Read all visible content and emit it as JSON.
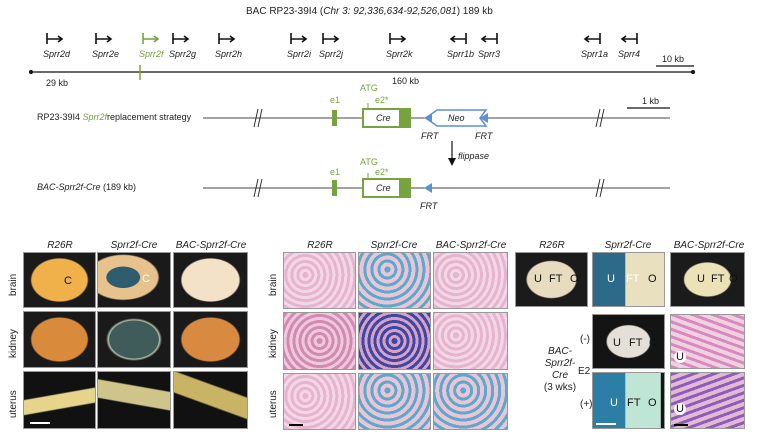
{
  "title": {
    "prefix": "BAC RP23-39I4 (",
    "chr": "Chr 3: 92,336,634-92,526,081",
    "suffix": ") 189 kb"
  },
  "genes": [
    {
      "name": "Sprr2d",
      "dir": "right"
    },
    {
      "name": "Sprr2e",
      "dir": "right"
    },
    {
      "name": "Sprr2f",
      "dir": "right",
      "highlight": true
    },
    {
      "name": "Sprr2g",
      "dir": "right"
    },
    {
      "name": "Sprr2h",
      "dir": "right"
    },
    {
      "name": "Sprr2i",
      "dir": "right"
    },
    {
      "name": "Sprr2j",
      "dir": "right"
    },
    {
      "name": "Sprr2k",
      "dir": "right"
    },
    {
      "name": "Sprr1b",
      "dir": "left"
    },
    {
      "name": "Sprr3",
      "dir": "left"
    },
    {
      "name": "Sprr1a",
      "dir": "left"
    },
    {
      "name": "Sprr4",
      "dir": "left"
    }
  ],
  "map": {
    "left_kb": "29 kb",
    "right_kb": "160 kb",
    "scale": "10 kb",
    "scale2": "1 kb"
  },
  "strategy": {
    "prefix": "RP23-39I4 ",
    "gene": "Sprr2f",
    "suffix": "replacement strategy",
    "atg": "ATG",
    "e1": "e1",
    "e2": "e2*",
    "cre": "Cre",
    "neo": "Neo",
    "frt": "FRT",
    "flippase": "flippase"
  },
  "bac": {
    "name": "BAC-Sprr2f-Cre",
    "size": " (189 kb)"
  },
  "colors": {
    "green": "#77a33f",
    "blue": "#5b8fd6"
  },
  "panelA": {
    "cols": [
      "R26R",
      "Sprr2f-Cre",
      "BAC-Sprr2f-Cre"
    ],
    "rows": [
      "brain",
      "kidney",
      "uterus"
    ],
    "mark": "C"
  },
  "panelB": {
    "cols": [
      "R26R",
      "Sprr2f-Cre",
      "BAC-Sprr2f-Cre"
    ],
    "rows": [
      "brain",
      "kidney",
      "uterus"
    ]
  },
  "panelC": {
    "cols": [
      "R26R",
      "Sprr2f-Cre",
      "BAC-Sprr2f-Cre"
    ],
    "u": "U",
    "ft": "FT",
    "o": "O",
    "minus": "(-)",
    "plus": "(+)",
    "e2": "E2",
    "group": [
      "BAC-",
      "Sprr2f-",
      "Cre"
    ],
    "age": "(3 wks)"
  }
}
